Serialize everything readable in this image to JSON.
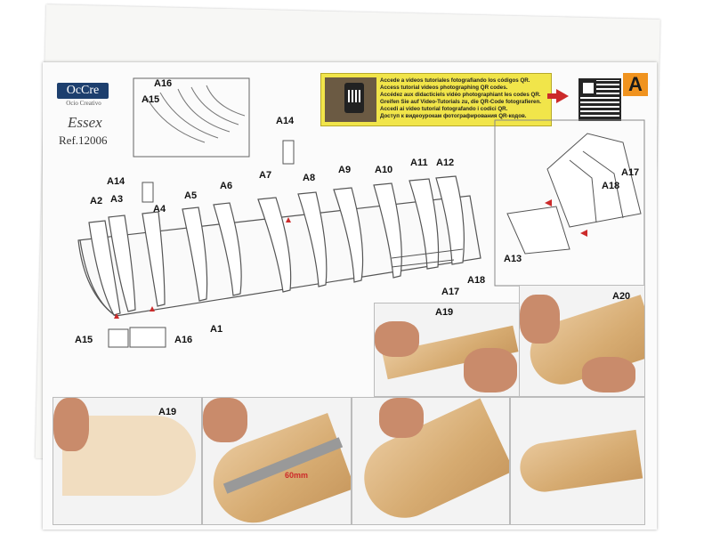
{
  "document": {
    "brand": "OcCre",
    "brand_sub": "Ocio Creativo",
    "model_name": "Essex",
    "reference": "Ref.12006",
    "page_letter": "A"
  },
  "qr_banner": {
    "lines": [
      "Accede a videos tutoriales fotografiando los códigos QR.",
      "Access tutorial videos photographing QR codes.",
      "Accédez aux didacticiels vidéo photographiant les codes QR.",
      "Greifen Sie auf Video-Tutorials zu, die QR-Code fotografieren.",
      "Accedi ai video tutorial fotografando i codici QR.",
      "Доступ к видеоурокам фотографирования QR-кодов."
    ]
  },
  "labels": {
    "a1": "A1",
    "a2": "A2",
    "a3": "A3",
    "a4": "A4",
    "a5": "A5",
    "a6": "A6",
    "a7": "A7",
    "a8": "A8",
    "a9": "A9",
    "a10": "A10",
    "a11": "A11",
    "a12": "A12",
    "a13": "A13",
    "a14_top": "A14",
    "a14_left": "A14",
    "a15_top": "A15",
    "a15_bottom": "A15",
    "a16_top": "A16",
    "a16_bottom": "A16",
    "a17_right": "A17",
    "a17_main": "A17",
    "a18_right": "A18",
    "a18_main": "A18",
    "a19_photo": "A19",
    "a19_bottom": "A19",
    "a20": "A20",
    "measure": "60mm"
  },
  "colors": {
    "accent_yellow": "#f1e54a",
    "badge_orange": "#f0931f",
    "arrow_red": "#cc2a2a",
    "wood": "#d6ab71"
  }
}
